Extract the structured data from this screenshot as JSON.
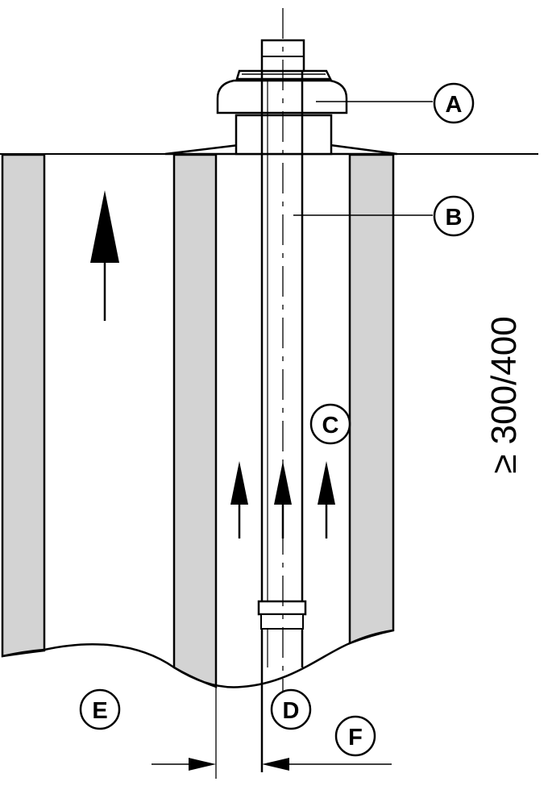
{
  "labels": {
    "a": "A",
    "b": "B",
    "c": "C",
    "d": "D",
    "e": "E",
    "f": "F"
  },
  "dimension_text": "≥ 300/400",
  "colors": {
    "wall_fill": "#d3d3d3",
    "line": "#000000",
    "background": "#ffffff"
  }
}
